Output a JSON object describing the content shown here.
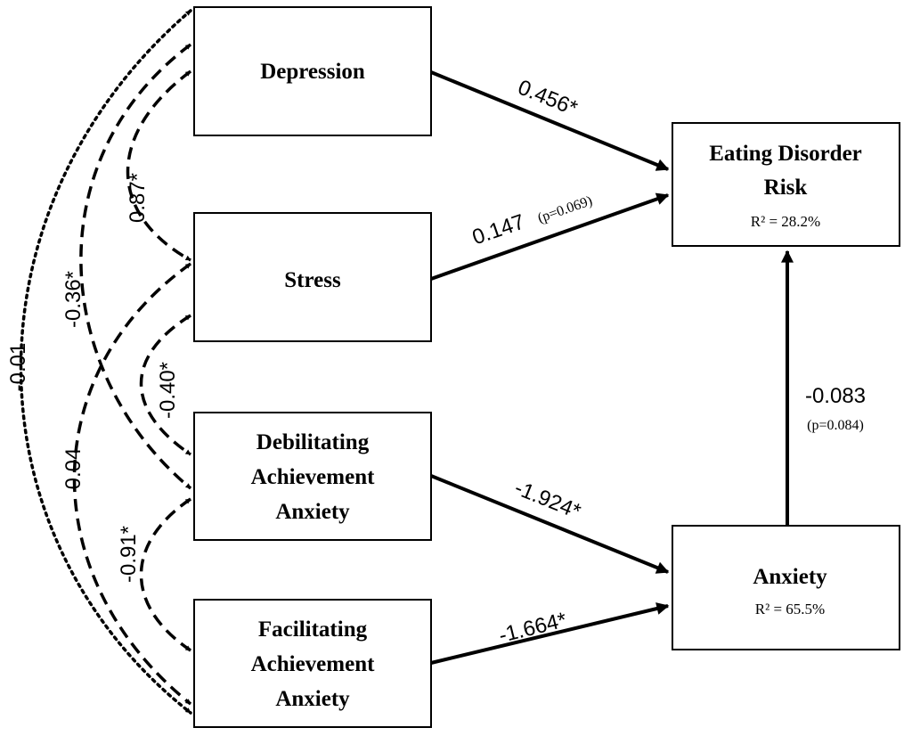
{
  "nodes": {
    "depression": {
      "label": "Depression"
    },
    "stress": {
      "label": "Stress"
    },
    "debilitating": {
      "line1": "Debilitating",
      "line2": "Achievement",
      "line3": "Anxiety"
    },
    "facilitating": {
      "line1": "Facilitating",
      "line2": "Achievement",
      "line3": "Anxiety"
    },
    "eating": {
      "line1": "Eating Disorder",
      "line2": "Risk",
      "r2": "R² = 28.2%"
    },
    "anxiety": {
      "label": "Anxiety",
      "r2": "R² = 65.5%"
    }
  },
  "paths": {
    "depression_eating": {
      "coef": "0.456*"
    },
    "stress_eating": {
      "coef": "0.147",
      "note": "(p=0.069)"
    },
    "debilitating_anxiety": {
      "coef": "-1.924*"
    },
    "facilitating_anxiety": {
      "coef": "-1.664*"
    },
    "anxiety_eating": {
      "coef": "-0.083",
      "note": "(p=0.084)"
    }
  },
  "covariances": {
    "depression_stress": "0.87*",
    "depression_debilitating": "-0.36*",
    "depression_facilitating": "-0.01",
    "stress_debilitating": "-0.40*",
    "stress_facilitating": "0.04",
    "debilitating_facilitating": "-0.91*"
  }
}
